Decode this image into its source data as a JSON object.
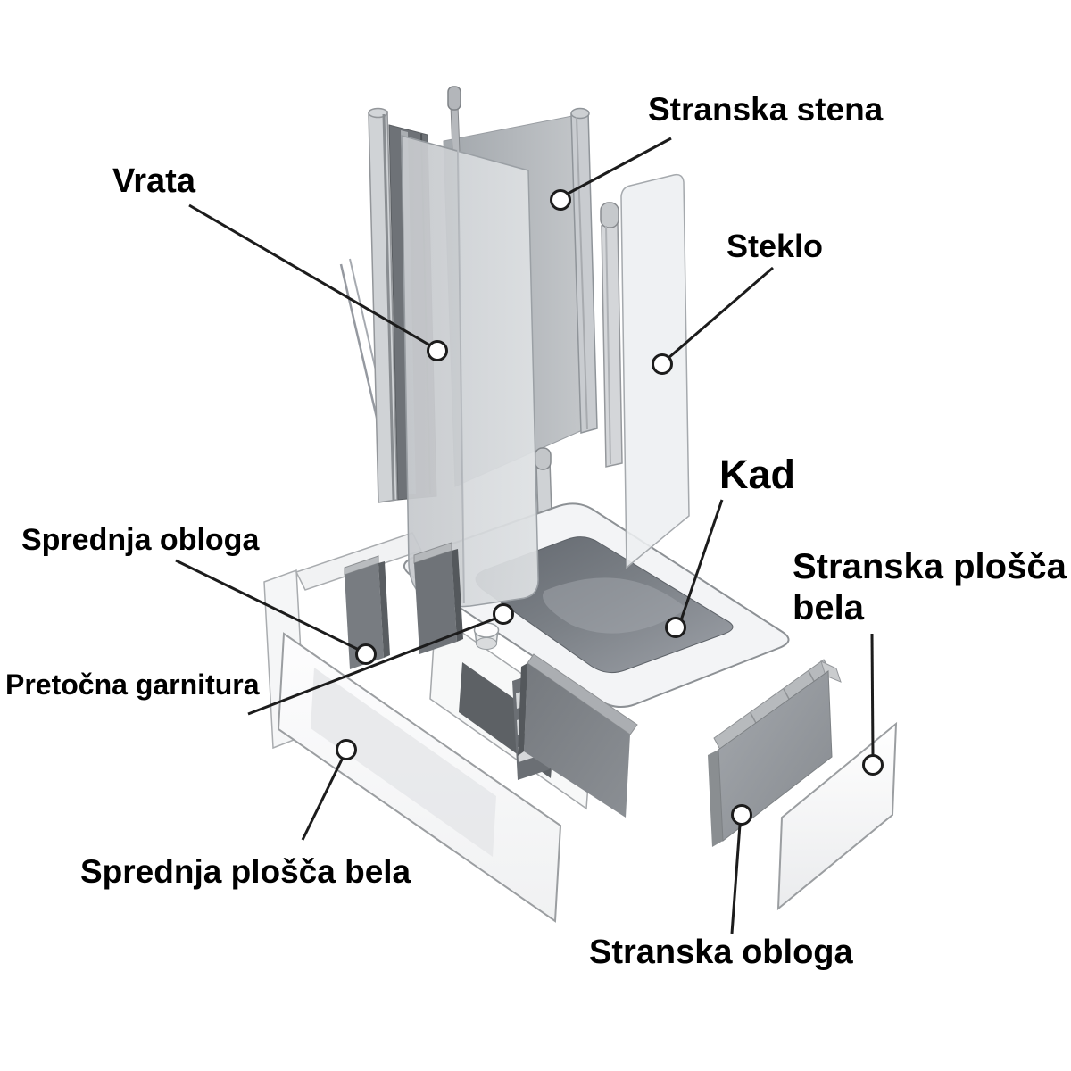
{
  "page": {
    "background": "#ffffff",
    "kind": "exploded-parts-diagram"
  },
  "diagram": {
    "subject": "bathtub-with-shower-screen-assembly",
    "labels": {
      "vrata": "Vrata",
      "stranska_stena": "Stranska stena",
      "steklo": "Steklo",
      "kad": "Kad",
      "sprednja_obloga": "Sprednja obloga",
      "pretocna_garnitura": "Pretočna garnitura",
      "sprednja_plosca_bela": "Sprednja plošča bela",
      "stranska_plosca_bela": "Stranska plošča bela",
      "stranska_obloga": "Stranska obloga"
    },
    "colors": {
      "label_text": "#000000",
      "leader_line": "#1c1c1c",
      "marker_fill": "#ffffff",
      "panel_grey": "#b3b7bb",
      "glass_grey": "#d8dbde",
      "dark_part_grey": "#74787d",
      "white_panel": "#fbfbfc",
      "outline_grey": "#8f9397"
    }
  }
}
